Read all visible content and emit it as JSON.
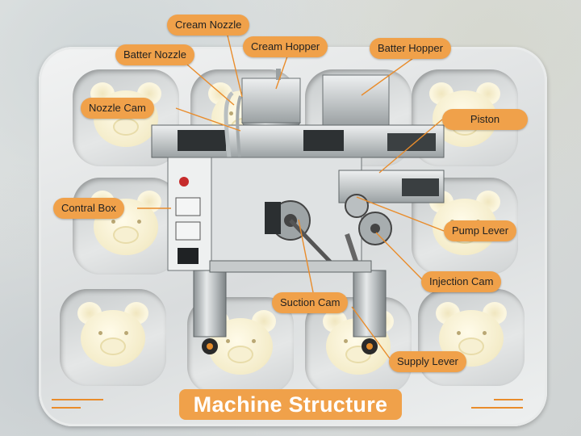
{
  "title": "Machine Structure",
  "accent_color": "#f0a14a",
  "line_color": "#e98c2b",
  "labels": {
    "cream_nozzle": "Cream Nozzle",
    "batter_nozzle": "Batter Nozzle",
    "cream_hopper": "Cream Hopper",
    "batter_hopper": "Batter Hopper",
    "nozzle_cam": "Nozzle Cam",
    "piston": "Piston",
    "contral_box": "Contral Box",
    "pump_lever": "Pump Lever",
    "injection_cam": "Injection Cam",
    "suction_cam": "Suction Cam",
    "supply_lever": "Supply Lever"
  }
}
